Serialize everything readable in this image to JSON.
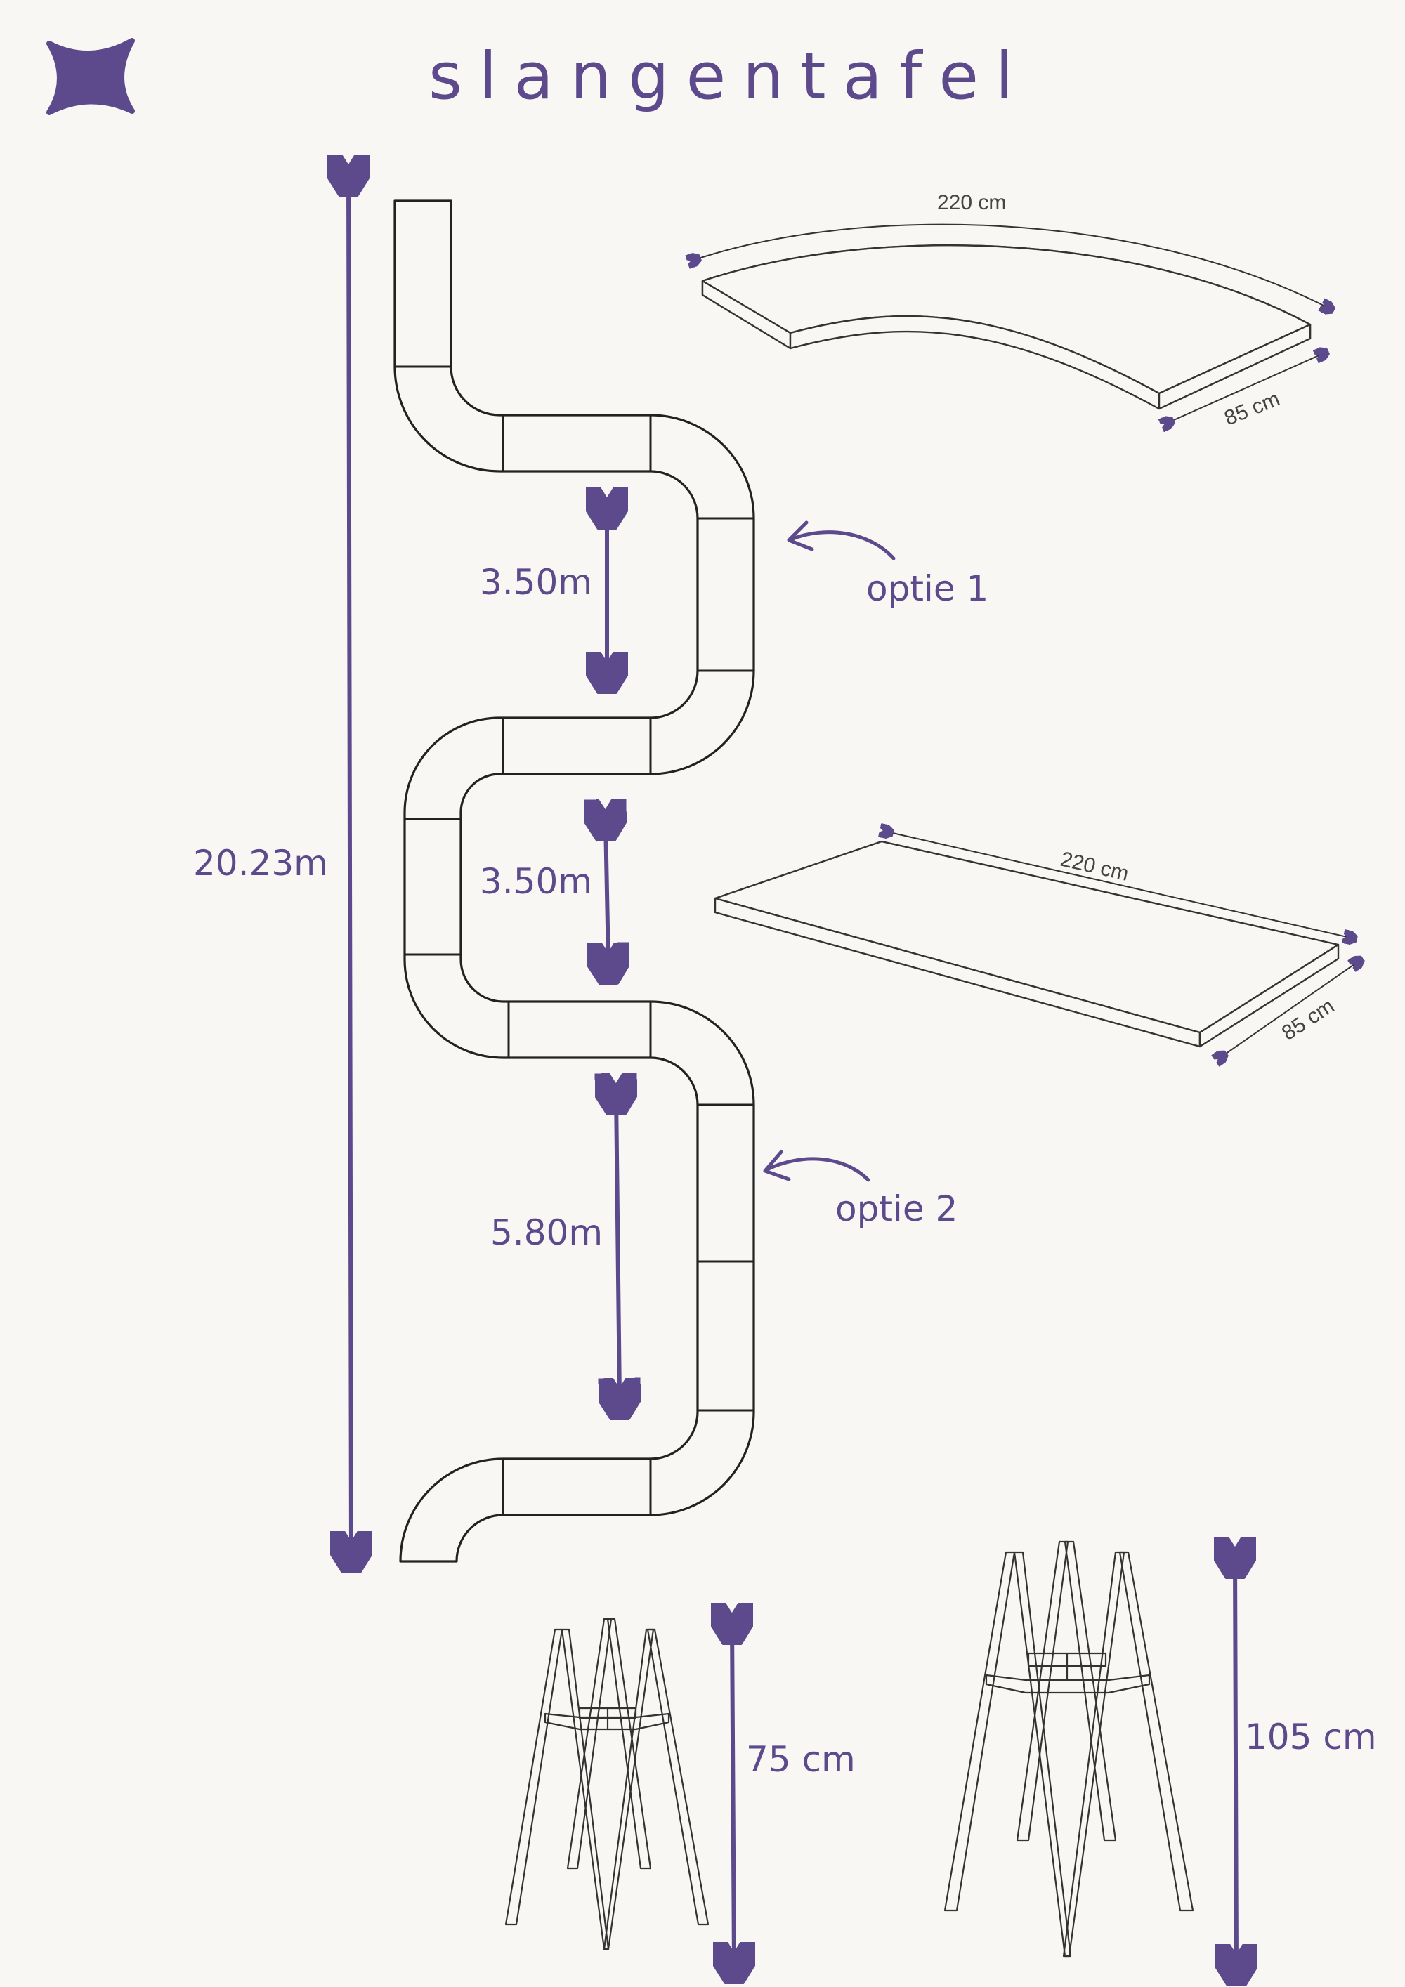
{
  "title": "slangentafel",
  "brand_color": "#5c4a8c",
  "logo": {
    "icon": "four-point-star-icon"
  },
  "dimensions": {
    "total_length": "20.23m",
    "spacing_1": "3.50m",
    "spacing_2": "3.50m",
    "spacing_3": "5.80m",
    "low_leg_height": "75 cm",
    "high_leg_height": "105 cm"
  },
  "options": {
    "option_1": "optie 1",
    "option_2": "optie 2"
  },
  "curved_top": {
    "length": "220 cm",
    "width": "85 cm"
  },
  "straight_top": {
    "length": "220 cm",
    "width": "85 cm"
  }
}
